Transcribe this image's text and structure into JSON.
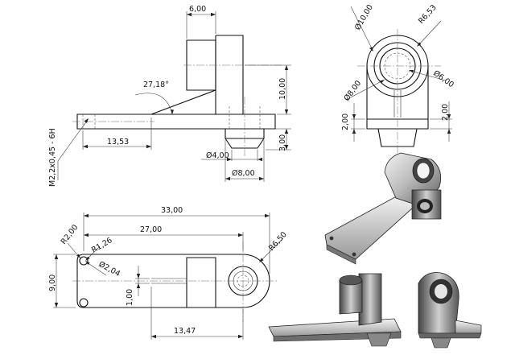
{
  "dimensions": {
    "width_6": "6,00",
    "angle": "27,18°",
    "height_10": "10,00",
    "left_13_53": "13,53",
    "dia_4": "Ø4,00",
    "dia_8_side": "Ø8,00",
    "height_3": "3,00",
    "thread": "M2,2x0,45 - 6H",
    "dia_10": "Ø10,00",
    "r_6_53": "R6,53",
    "dia_8_front": "Ø8,00",
    "dia_6": "Ø6,00",
    "left_2": "2,00",
    "right_2": "2,00",
    "total_33": "33,00",
    "len_27": "27,00",
    "r_2": "R2,00",
    "r_1_26": "R1,26",
    "dia_2_04": "Ø2,04",
    "r_6_50": "R6,50",
    "height_9": "9,00",
    "height_1": "1,00",
    "len_13_47": "13,47"
  }
}
